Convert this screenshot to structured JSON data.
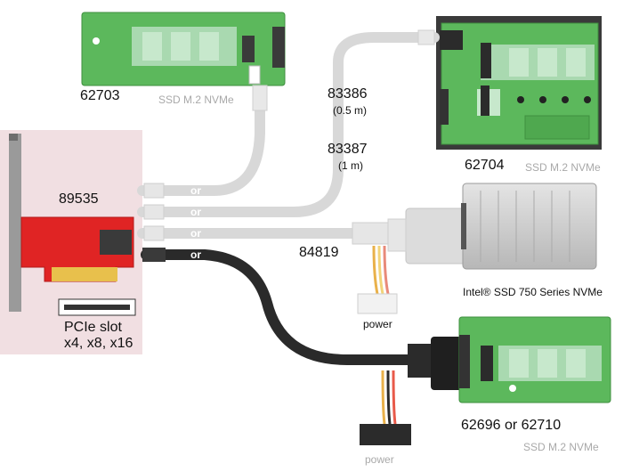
{
  "products": {
    "top_left": {
      "number": "62703",
      "caption": "SSD M.2 NVMe"
    },
    "top_right": {
      "number": "62704",
      "caption": "SSD M.2 NVMe"
    },
    "card": {
      "number": "89535",
      "slot_line1": "PCIe slot",
      "slot_line2": "x4, x8, x16"
    },
    "cable_a": {
      "number": "83386",
      "length": "(0.5 m)"
    },
    "cable_b": {
      "number": "83387",
      "length": "(1 m)"
    },
    "cable_c": {
      "number": "84819"
    },
    "intel_ssd": {
      "text": "Intel® SSD 750 Series NVMe"
    },
    "bottom_right": {
      "number": "62696 or 62710",
      "caption": "SSD M.2 NVMe"
    }
  },
  "or_labels": [
    "or",
    "or",
    "or",
    "or"
  ],
  "power_labels": [
    "power",
    "power"
  ],
  "colors": {
    "pcb_green": "#5cb85c",
    "card_red": "#e02424",
    "pink_bg": "#f1dfe2",
    "cable_black": "#2a2a2a",
    "cable_grey": "#d8d8d8",
    "ssd_silver": "#c8c8c8"
  }
}
